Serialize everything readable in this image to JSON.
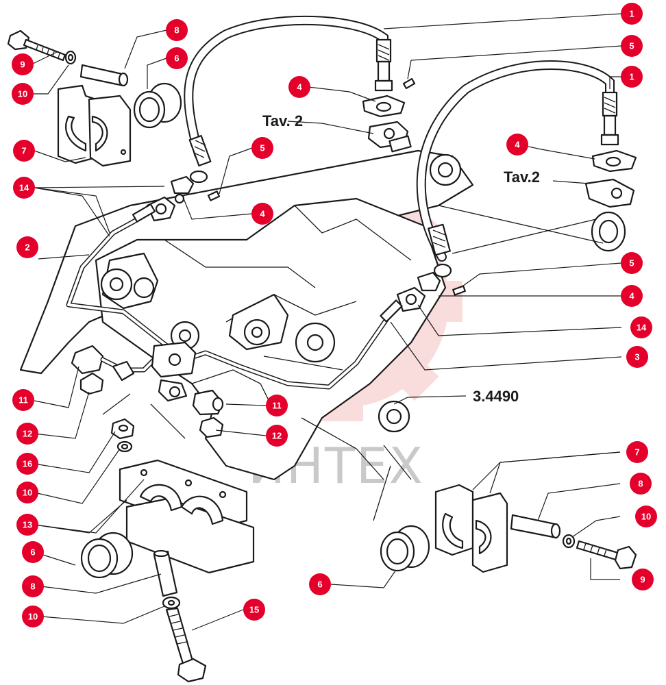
{
  "figure_code": "3.4490",
  "table_refs": [
    "Tav. 2",
    "Tav.2"
  ],
  "watermark": {
    "text": "ИНТЕХ",
    "color": "#f0a8a8"
  },
  "callout_style": {
    "fill": "#e4002b",
    "text_color": "#ffffff"
  },
  "callouts": [
    "1",
    "1",
    "8",
    "6",
    "9",
    "10",
    "7",
    "14",
    "2",
    "5",
    "4",
    "5",
    "4",
    "4",
    "5",
    "4",
    "14",
    "3",
    "11",
    "11",
    "12",
    "12",
    "16",
    "10",
    "13",
    "6",
    "8",
    "10",
    "15",
    "7",
    "8",
    "10",
    "9",
    "6"
  ]
}
